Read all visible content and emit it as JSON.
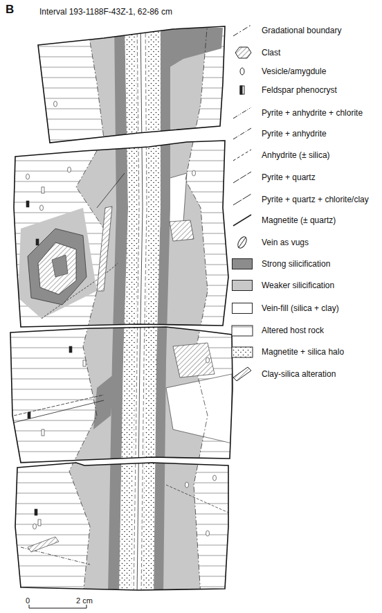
{
  "diagram": {
    "title": "Interval 193-1188F-43Z-1, 62-86 cm",
    "labels": [
      "B",
      "0",
      "2 cm"
    ],
    "legend": [
      {
        "text": "Gradational boundary"
      },
      {
        "text": "Clast"
      },
      {
        "text": "Vesicle/amygdule"
      },
      {
        "text": "Feldspar phenocryst"
      },
      {
        "text": "Pyrite + anhydrite + chlorite"
      },
      {
        "text": "Pyrite + anhydrite"
      },
      {
        "text": "Anhydrite (± silica)"
      },
      {
        "text": "Pyrite + quartz"
      },
      {
        "text": "Pyrite + quartz + chlorite/clay"
      },
      {
        "text": "Magnetite (± quartz)"
      },
      {
        "text": "Vein as vugs"
      },
      {
        "text": "Strong silicification",
        "color": "#8c8c8c"
      },
      {
        "text": "Weaker silicification",
        "color": "#c8c8c8"
      },
      {
        "text": "Vein-fill (silica + clay)",
        "color": "#ffffff"
      },
      {
        "text": "Altered host rock"
      },
      {
        "text": "Magnetite + silica halo"
      },
      {
        "text": "Clay-silica alteration"
      }
    ]
  }
}
